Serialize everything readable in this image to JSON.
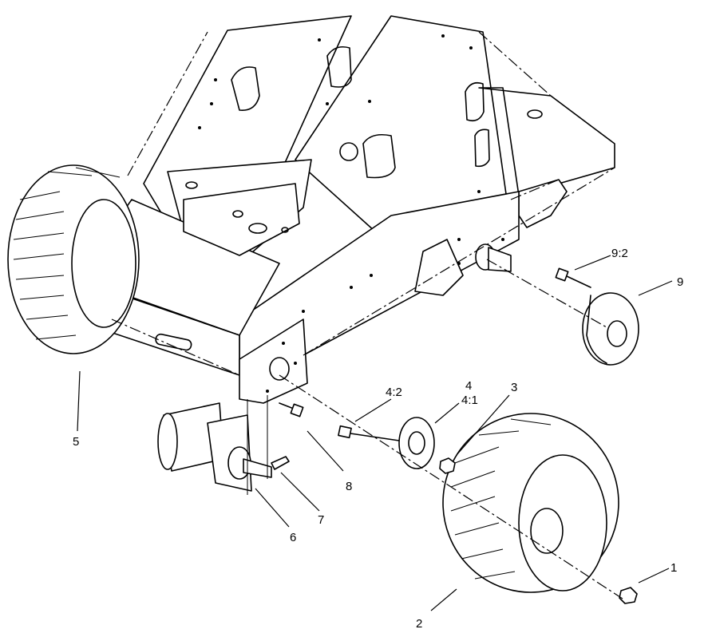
{
  "callouts": [
    {
      "id": "c1",
      "label": "1"
    },
    {
      "id": "c2",
      "label": "2"
    },
    {
      "id": "c3",
      "label": "3"
    },
    {
      "id": "c4",
      "label": "4"
    },
    {
      "id": "c41",
      "label": "4:1"
    },
    {
      "id": "c42",
      "label": "4:2"
    },
    {
      "id": "c5",
      "label": "5"
    },
    {
      "id": "c6",
      "label": "6"
    },
    {
      "id": "c7",
      "label": "7"
    },
    {
      "id": "c8",
      "label": "8"
    },
    {
      "id": "c9",
      "label": "9"
    },
    {
      "id": "c92",
      "label": "9:2"
    }
  ]
}
